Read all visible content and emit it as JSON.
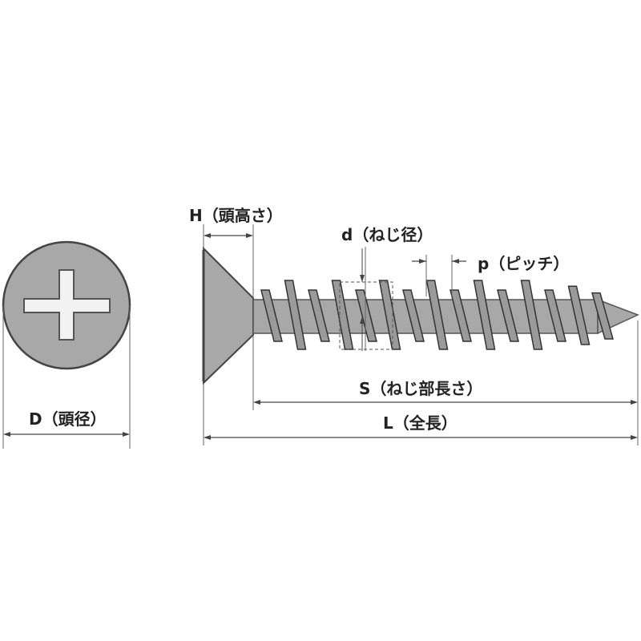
{
  "labels": {
    "head_height": "H（頭高さ）",
    "thread_diameter": "d（ねじ径）",
    "pitch": "p（ピッチ）",
    "thread_length": "S（ねじ部長さ）",
    "total_length": "L（全長）",
    "head_diameter": "D（頭径）"
  },
  "colors": {
    "line": "#444444",
    "metal": "#a8a8a8",
    "metal_dark": "#777777",
    "recess": "#f2f2f2",
    "text": "#222222"
  }
}
